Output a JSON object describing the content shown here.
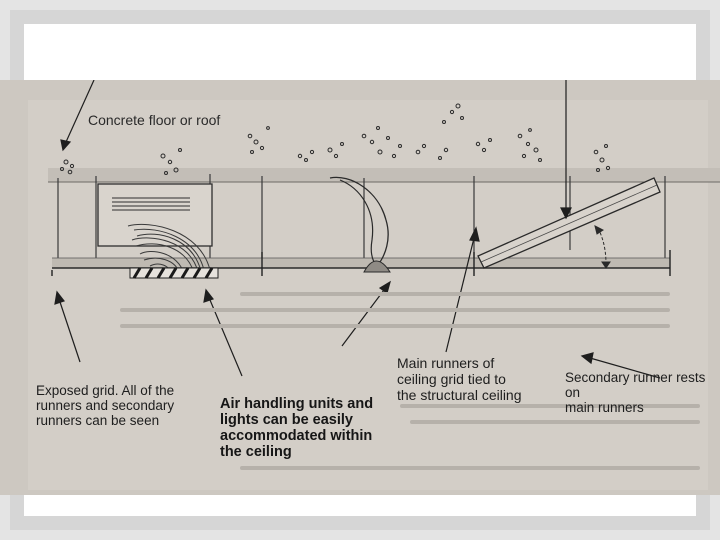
{
  "diagram": {
    "labels": {
      "floor": "Concrete floor or roof",
      "exposed_grid": "Exposed grid. All of the\nrunners and secondary\nrunners can be seen",
      "air_handling": "Air handling units and\nlights can be easily\naccommodated within\nthe ceiling",
      "main_runners": "Main runners of\nceiling grid tied to\nthe structural ceiling",
      "secondary_runner": "Secondary runner rests on\nmain runners"
    }
  }
}
